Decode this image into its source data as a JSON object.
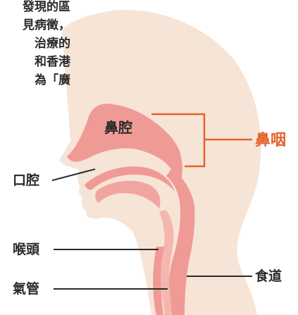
{
  "intro_text": [
    "發現的區",
    "見病徵，",
    "治療的",
    "和香港",
    "為「廣"
  ],
  "labels": {
    "nasal_cavity": "鼻腔",
    "nasopharynx": "鼻咽",
    "oral_cavity": "口腔",
    "larynx": "喉頭",
    "trachea": "氣管",
    "esophagus": "食道"
  },
  "colors": {
    "skin": "#f6e5d7",
    "airway": "#f09a96",
    "bracket": "#e8602c",
    "text": "#2b2b2b"
  }
}
